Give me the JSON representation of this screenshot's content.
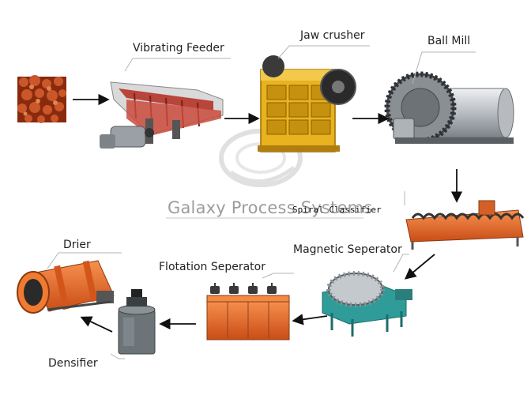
{
  "labels": {
    "vibrating_feeder": "Vibrating Feeder",
    "jaw_crusher": "Jaw crusher",
    "ball_mill": "Ball Mill",
    "spiral_classifier": "Spiral Classifier",
    "magnetic_separator": "Magnetic Seperator",
    "flotation_separator": "Flotation Seperator",
    "drier": "Drier",
    "densifier": "Densifier"
  },
  "watermark": "Galaxy Process Systems",
  "colors": {
    "arrow": "#111111",
    "machine_orange": "#e8622a",
    "machine_yellow": "#e9b21f",
    "machine_teal": "#2f9c9a",
    "machine_gray": "#9ea3a8",
    "ore_red": "#b23a16"
  },
  "icons": [
    "ore-pile-icon",
    "vibrating-feeder-icon",
    "jaw-crusher-icon",
    "ball-mill-icon",
    "spiral-classifier-icon",
    "magnetic-separator-icon",
    "flotation-separator-icon",
    "densifier-icon",
    "drier-icon",
    "watermark-logo-icon"
  ]
}
